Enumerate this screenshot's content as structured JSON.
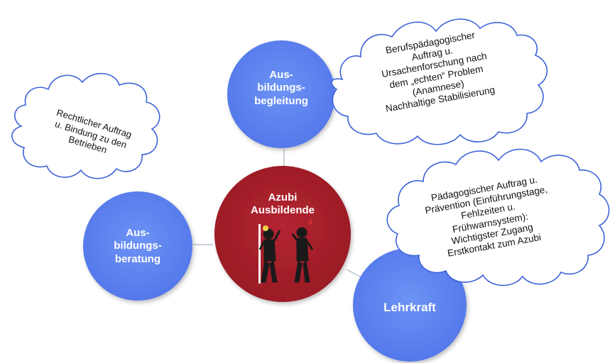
{
  "center": {
    "title": "Azubi\nAusbildende"
  },
  "nodes": {
    "top": "Aus-\nbildungs-\nbegleitung",
    "left": "Aus-\nbildungs-\nberatung",
    "bottom_right": "Lehrkraft"
  },
  "clouds": {
    "top": "Berufspädagogischer\nAuftrag u.\nUrsachenforschung nach\ndem „echten“ Problem\n(Anamnese)\nNachhaltige Stabilisierung",
    "left": "Rechtlicher Auftrag\nu. Bindung zu den\nBetrieben",
    "right": "Pädagogischer Auftrag u.\nPrävention (Einführungstage,\nFehlzeiten u.\nFrühwarnsystem):\nWichtigster Zugang\nErstkontakt zum Azubi"
  },
  "colors": {
    "blue_node": "#5b84f0",
    "center_node": "#a51f2a",
    "connector": "#a7b3c4",
    "cloud_border": "#3c63d8"
  }
}
